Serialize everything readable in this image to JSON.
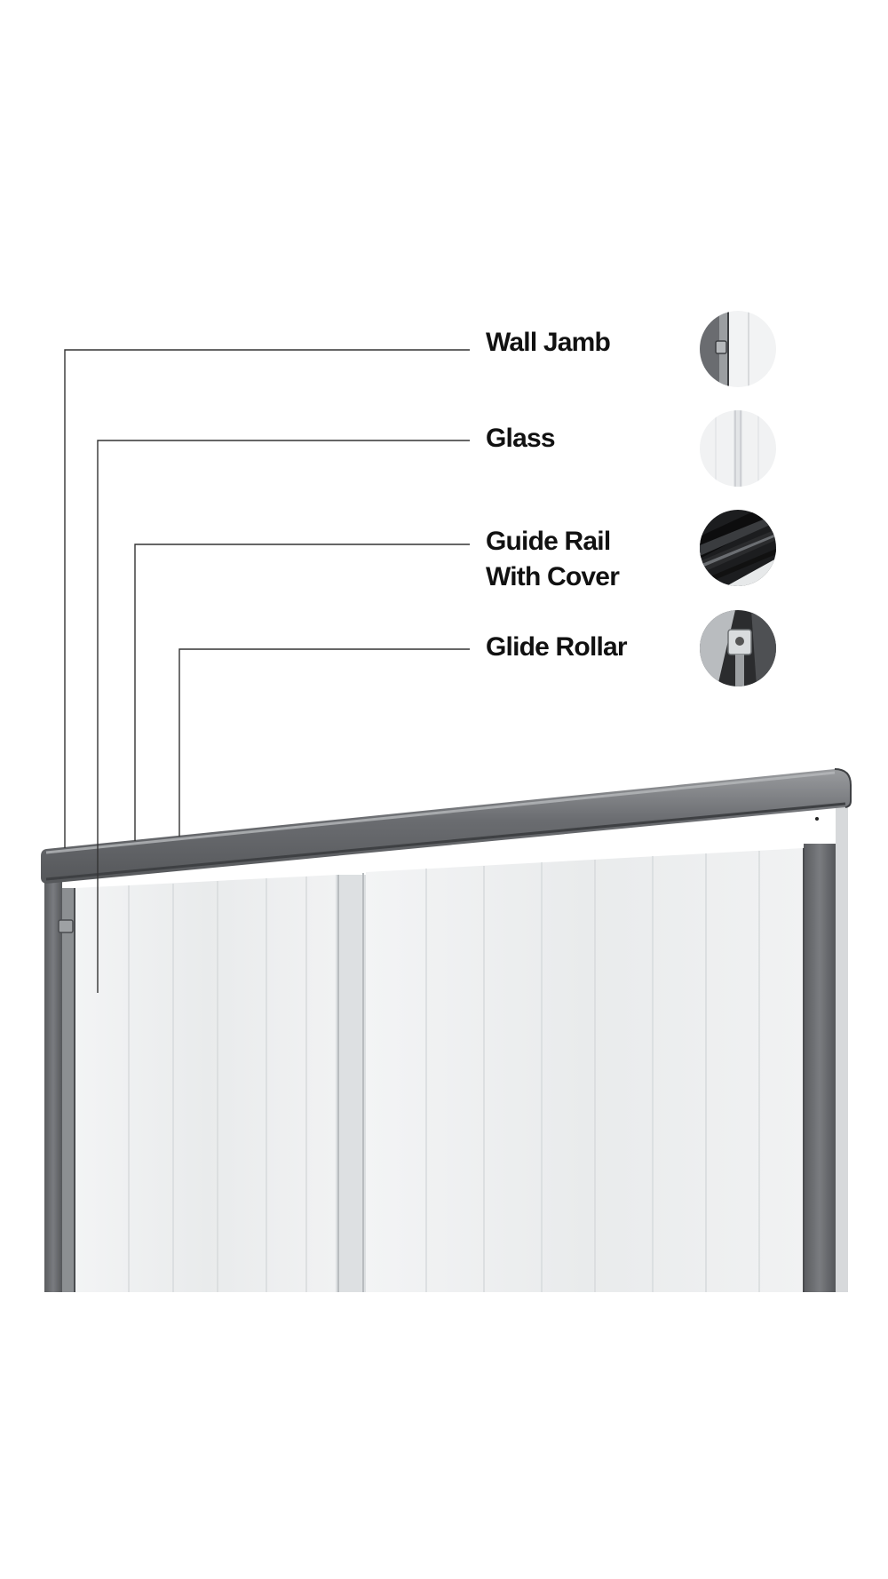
{
  "callouts": [
    {
      "id": "wall-jamb",
      "label": "Wall Jamb",
      "thumbnail_icon": "wall-jamb-closeup-icon"
    },
    {
      "id": "glass",
      "label": "Glass",
      "thumbnail_icon": "glass-closeup-icon"
    },
    {
      "id": "guide-rail",
      "label_line1": "Guide Rail",
      "label_line2": "With Cover",
      "thumbnail_icon": "guide-rail-closeup-icon"
    },
    {
      "id": "glide-roller",
      "label": "Glide Rollar",
      "thumbnail_icon": "glide-roller-closeup-icon"
    }
  ],
  "colors": {
    "frame": "#6f7174",
    "frame_dark": "#4e5053",
    "glass": "#eef0f1",
    "text": "#111111",
    "leader_line": "#333333"
  }
}
